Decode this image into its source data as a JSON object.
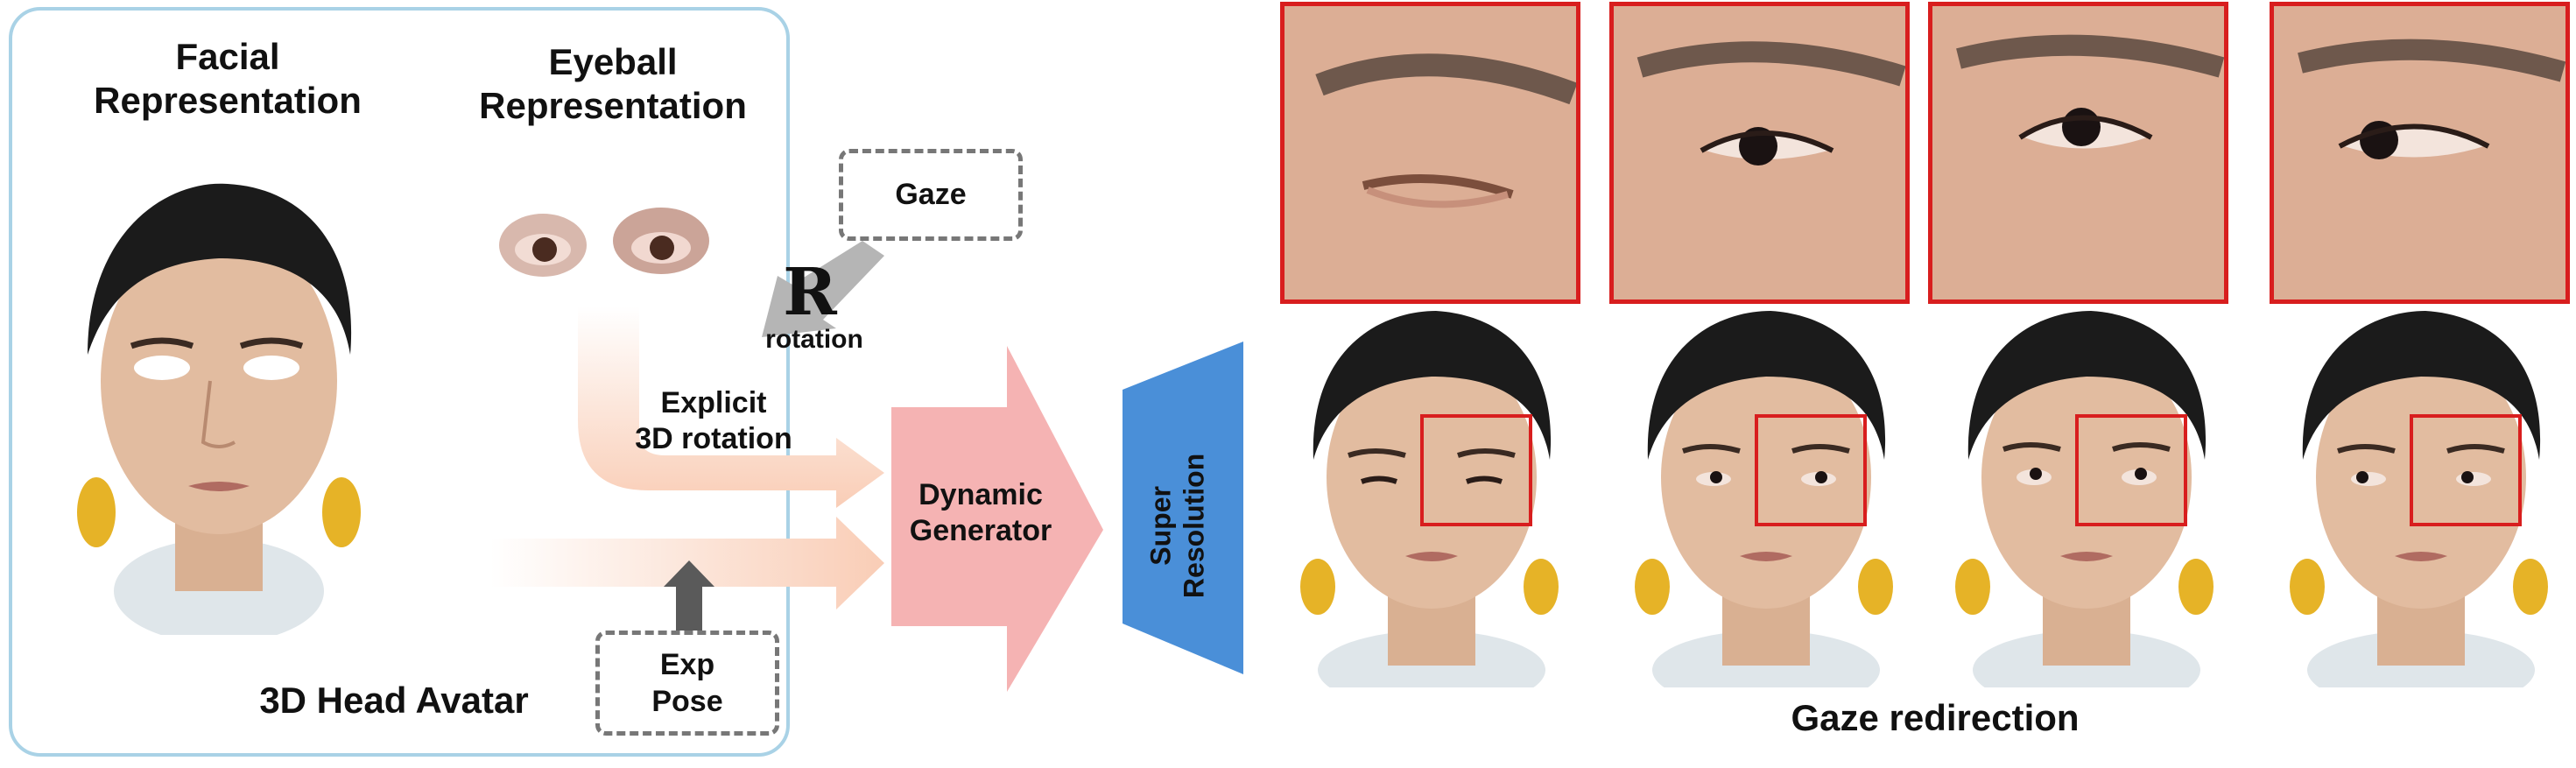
{
  "avatar_panel": {
    "facial_title": "Facial\nRepresentation",
    "eyeball_title": "Eyeball\nRepresentation",
    "caption": "3D Head Avatar"
  },
  "gaze_box": {
    "label": "Gaze"
  },
  "rotation": {
    "symbol": "R",
    "sub": "rotation"
  },
  "explicit_label": "Explicit\n3D rotation",
  "exp_box": {
    "label": "Exp\nPose"
  },
  "generator": {
    "label": "Dynamic\nGenerator"
  },
  "super_resolution": {
    "label": "Super\nResolution"
  },
  "result_caption": "Gaze redirection",
  "colors": {
    "panel_border": "#a9d2e6",
    "generator_arrow": "#f5b3b3",
    "super_resolution": "#4a8fd8",
    "crop_border": "#d81e1e",
    "flow_arrow": "#f9cdb6",
    "skin": "#e2bca0",
    "hair": "#1b1b1b"
  }
}
